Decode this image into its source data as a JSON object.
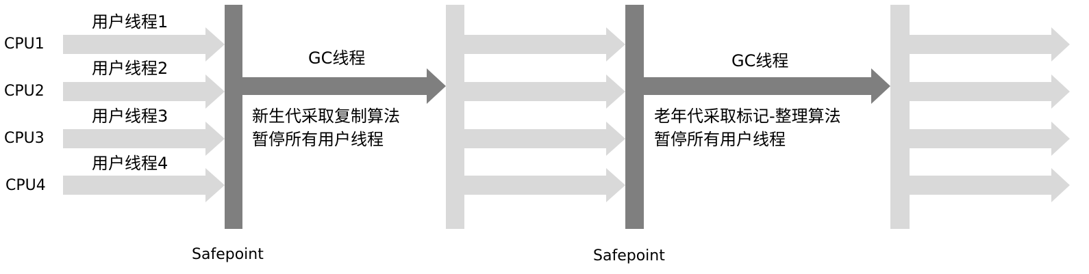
{
  "cpus": [
    {
      "label": "CPU1",
      "thread_label": "用户线程1"
    },
    {
      "label": "CPU2",
      "thread_label": "用户线程2"
    },
    {
      "label": "CPU3",
      "thread_label": "用户线程3"
    },
    {
      "label": "CPU4",
      "thread_label": "用户线程4"
    }
  ],
  "phases": [
    {
      "gc_label": "GC线程",
      "description_line1": "新生代采取复制算法",
      "description_line2": "暂停所有用户线程",
      "safepoint_label": "Safepoint"
    },
    {
      "gc_label": "GC线程",
      "description_line1": "老年代采取标记-整理算法",
      "description_line2": "暂停所有用户线程",
      "safepoint_label": "Safepoint"
    }
  ],
  "colors": {
    "user_thread_arrow": "#d9d9d9",
    "safepoint_bar": "#7f7f7f",
    "gc_arrow": "#7f7f7f",
    "resume_bar": "#d9d9d9"
  }
}
